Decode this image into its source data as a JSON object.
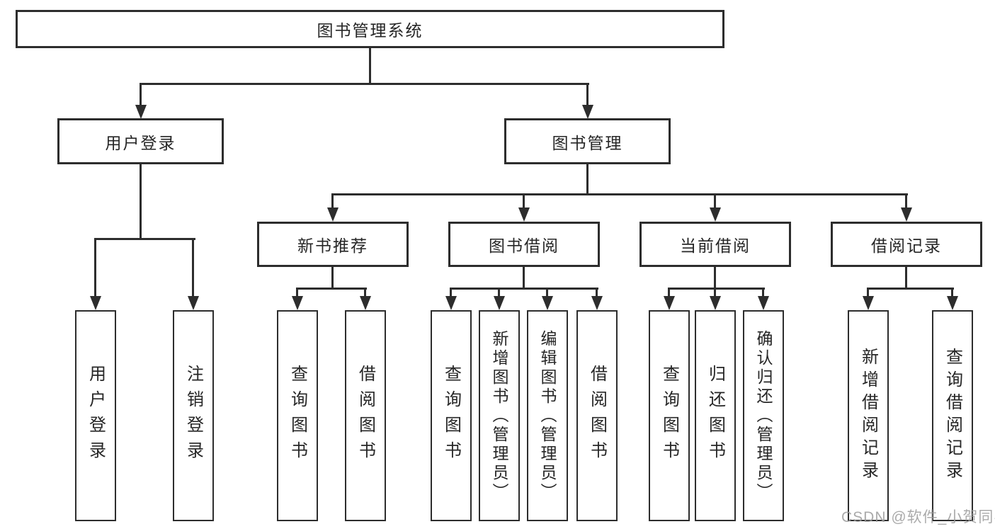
{
  "tree": {
    "root": "图书管理系统",
    "login": {
      "label": "用户登录",
      "children": [
        "用户登录",
        "注销登录"
      ]
    },
    "manage": {
      "label": "图书管理",
      "groups": [
        {
          "label": "新书推荐",
          "children": [
            "查询图书",
            "借阅图书"
          ]
        },
        {
          "label": "图书借阅",
          "children": [
            "查询图书",
            "新增图书（管理员）",
            "编辑图书（管理员）",
            "借阅图书"
          ]
        },
        {
          "label": "当前借阅",
          "children": [
            "查询图书",
            "归还图书",
            "确认归还（管理员）"
          ]
        },
        {
          "label": "借阅记录",
          "children": [
            "新增借阅记录",
            "查询借阅记录"
          ]
        }
      ]
    }
  },
  "watermark": "CSDN @软件_小贺同学",
  "colors": {
    "line": "#2d2d2d",
    "box_border": "#2d2d2d",
    "box_bg": "#ffffff",
    "text": "#262626",
    "watermark": "#9c9c9c"
  }
}
